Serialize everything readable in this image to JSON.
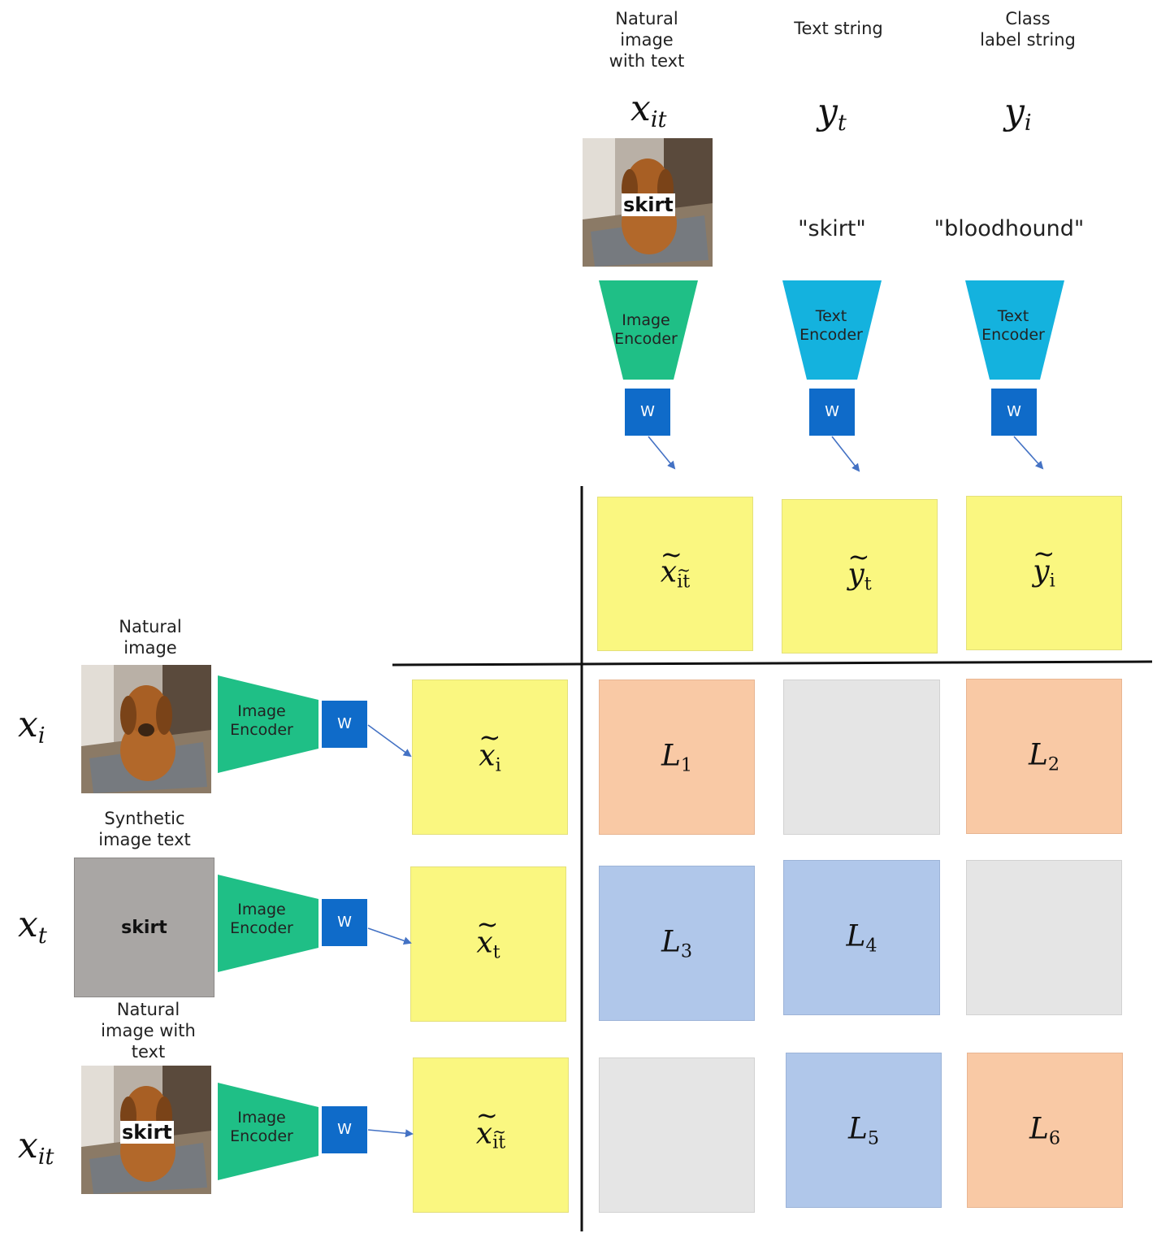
{
  "top_columns": [
    {
      "caption": "Natural\nimage\nwith text",
      "symbol": "x",
      "sub": "it",
      "input_text": "skirt",
      "encoder": "Image\nEncoder",
      "w": "W",
      "embedding": "x",
      "embedding_sub": "it"
    },
    {
      "caption": "Text string",
      "symbol": "y",
      "sub": "t",
      "input_text": "\"skirt\"",
      "encoder": "Text\nEncoder",
      "w": "W",
      "embedding": "y",
      "embedding_sub": "t"
    },
    {
      "caption": "Class\nlabel string",
      "symbol": "y",
      "sub": "i",
      "input_text": "\"bloodhound\"",
      "encoder": "Text\nEncoder",
      "w": "W",
      "embedding": "y",
      "embedding_sub": "i"
    }
  ],
  "left_rows": [
    {
      "caption": "Natural\nimage",
      "symbol": "x",
      "sub": "i",
      "encoder": "Image\nEncoder",
      "w": "W",
      "embedding": "x",
      "embedding_sub": "i"
    },
    {
      "caption": "Synthetic\nimage text",
      "symbol": "x",
      "sub": "t",
      "input_text": "skirt",
      "encoder": "Image\nEncoder",
      "w": "W",
      "embedding": "x",
      "embedding_sub": "t"
    },
    {
      "caption": "Natural\nimage with\ntext",
      "symbol": "x",
      "sub": "it",
      "input_text": "skirt",
      "encoder": "Image\nEncoder",
      "w": "W",
      "embedding": "x",
      "embedding_sub": "it"
    }
  ],
  "grid": [
    [
      {
        "color": "orange",
        "label": "L",
        "sub": "1"
      },
      {
        "color": "gray"
      },
      {
        "color": "orange",
        "label": "L",
        "sub": "2"
      }
    ],
    [
      {
        "color": "blue",
        "label": "L",
        "sub": "3"
      },
      {
        "color": "blue",
        "label": "L",
        "sub": "4"
      },
      {
        "color": "gray"
      }
    ],
    [
      {
        "color": "gray"
      },
      {
        "color": "blue",
        "label": "L",
        "sub": "5"
      },
      {
        "color": "orange",
        "label": "L",
        "sub": "6"
      }
    ]
  ],
  "colors": {
    "image_encoder": "#1fbf86",
    "text_encoder": "#14b2de",
    "w_box": "#0f6bc9",
    "embedding": "#faf780",
    "loss_orange": "#f9c9a5",
    "loss_blue": "#b0c7ea",
    "empty": "#e5e5e5",
    "arrow": "#4472c4"
  }
}
